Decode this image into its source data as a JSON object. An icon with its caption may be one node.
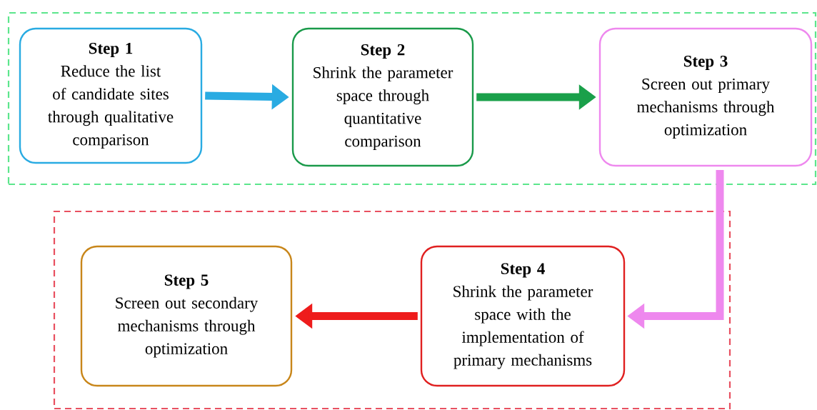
{
  "diagram": {
    "nodes": [
      {
        "text": [],
        "shape": "box"
      },
      {
        "text": [
          "Step 1",
          "Reduce the list of candidate sites through qualitative comparison"
        ],
        "in": 0
      },
      {
        "text": [
          "Step 2",
          "Shrink the parameter space through quantitative comparison"
        ],
        "in": 0
      },
      {
        "text": [
          "Step 3",
          "Screen out primary mechanisms through optimization"
        ],
        "in": 0
      },
      {
        "text": [],
        "shape": "box"
      },
      {
        "text": [
          "Step 4",
          "Shrink the parameter space with the implementation of primary mechanisms"
        ],
        "in": 4
      },
      {
        "text": [
          "Step 5",
          "Screen out secondary mechanisms through optimization"
        ],
        "in": 4
      }
    ],
    "edges": [
      {
        "from": 1,
        "to": 2,
        "arrow": "to",
        "color": "#29abe2"
      },
      {
        "from": 2,
        "to": 3,
        "arrow": "to",
        "color": "#1aa04a"
      },
      {
        "from": 3,
        "to": 5,
        "arrow": "to",
        "color": "#ee88ee"
      },
      {
        "from": 5,
        "to": 6,
        "arrow": "to",
        "color": "#ee1c1c"
      }
    ]
  }
}
